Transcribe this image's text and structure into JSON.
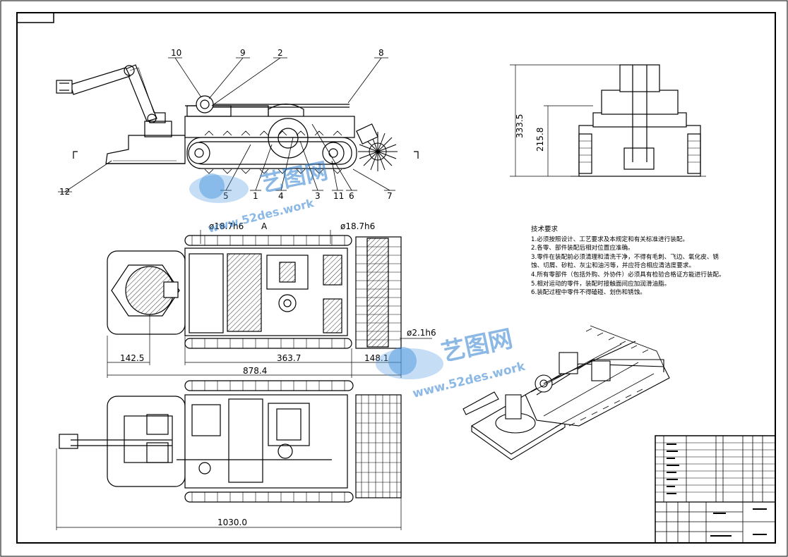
{
  "drawing": {
    "part_labels": [
      "10",
      "9",
      "2",
      "8",
      "12",
      "5",
      "1",
      "4",
      "3",
      "11",
      "6",
      "7"
    ],
    "dimensions": {
      "height_total": "333.5",
      "height_body": "215.8",
      "shaft_fit_left": "ø18.7h6",
      "shaft_fit_right": "ø18.7h6",
      "section_mark": "A",
      "pin_fit": "ø2.1h6",
      "len_142": "142.5",
      "len_363": "363.7",
      "len_148": "148.1",
      "len_878": "878.4",
      "len_1030": "1030.0"
    },
    "tech_requirements": {
      "title": "技术要求",
      "items": [
        "1.必须按照设计、工艺要求及本规定和有关标准进行装配。",
        "2.各零、部件装配后相对位置应准确。",
        "3.零件在装配前必须清理和清洗干净，不得有毛刺、飞边、氧化皮、锈",
        "蚀、切屑、砂粒、灰尘和油污等，并应符合相应清洁度要求。",
        "4.所有零部件（包括外购、外协件）必须具有检验合格证方能进行装配。",
        "5.相对运动的零件，装配时接触面间应加润滑油脂。",
        "6.装配过程中零件不得磕碰、划伤和锈蚀。"
      ]
    }
  },
  "watermark": {
    "brand": "艺图网",
    "url": "www.52des.work"
  }
}
